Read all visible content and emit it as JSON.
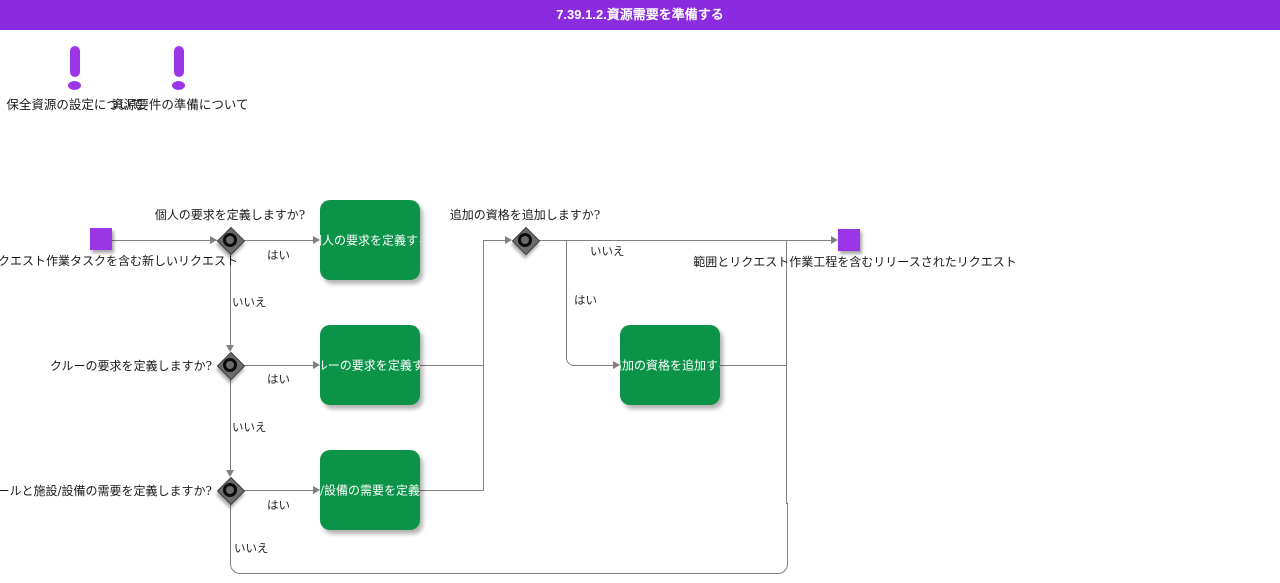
{
  "title_bar": {
    "title": "7.39.1.2.資源需要を準備する"
  },
  "notes": [
    {
      "label": "保全資源の設定について"
    },
    {
      "label": "資源要件の準備について"
    }
  ],
  "flow": {
    "start_label": "リクエスト作業タスクを含む新しいリクエスト",
    "end_label": "範囲とリクエスト作業工程を含むリリースされたリクエスト"
  },
  "decisions": [
    {
      "question": "個人の要求を定義しますか?",
      "yes_label": "はい",
      "no_label": "いいえ"
    },
    {
      "question": "クルーの要求を定義しますか?",
      "yes_label": "はい",
      "no_label": "いいえ"
    },
    {
      "question": "ツールと施設/設備の需要を定義しますか?",
      "yes_label": "はい",
      "no_label": "いいえ"
    },
    {
      "question": "追加の資格を追加しますか?",
      "yes_label": "はい",
      "no_label": "いいえ"
    }
  ],
  "activities": [
    {
      "label": "個人の要求を定義する"
    },
    {
      "label": "クルーの要求を定義する"
    },
    {
      "label": "施設/設備の需要を定義する"
    },
    {
      "label": "追加の資格を追加する"
    }
  ],
  "colors": {
    "purple": "#8a2be0",
    "purple-node": "#9a35e8",
    "green": "#0b9348",
    "line": "#808080",
    "diamond": "#6b6b6b",
    "text": "#1a1a1a"
  }
}
